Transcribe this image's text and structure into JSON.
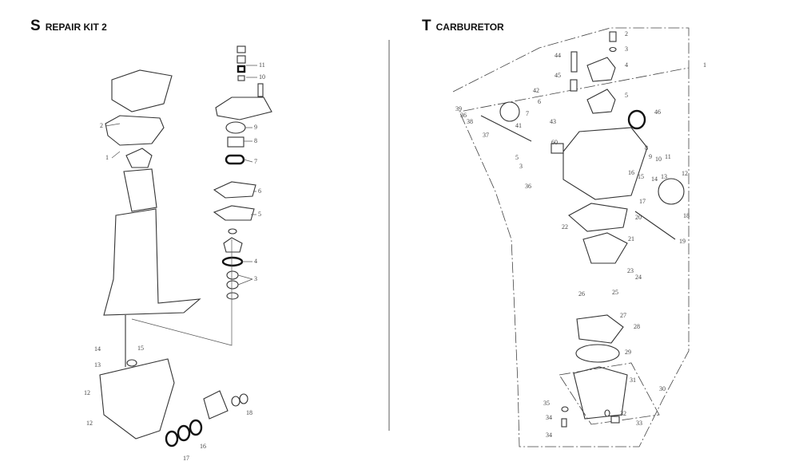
{
  "sections": [
    {
      "letter": "S",
      "name": "REPAIR KIT 2"
    },
    {
      "letter": "T",
      "name": "CARBURETOR"
    }
  ],
  "repair_kit_callouts": [
    "11",
    "10",
    "9",
    "8",
    "7",
    "6",
    "5",
    "4",
    "3",
    "2",
    "1",
    "14",
    "15",
    "13",
    "12",
    "12",
    "16",
    "17",
    "18"
  ],
  "carburetor_callouts": [
    "1",
    "2",
    "3",
    "4",
    "5",
    "46",
    "44",
    "45",
    "42",
    "6",
    "7",
    "43",
    "41",
    "60",
    "8",
    "9",
    "10",
    "11",
    "12",
    "13",
    "14",
    "15",
    "16",
    "17",
    "18",
    "19",
    "20",
    "21",
    "22",
    "23",
    "24",
    "25",
    "26",
    "27",
    "28",
    "29",
    "30",
    "31",
    "32",
    "33",
    "34",
    "35",
    "34",
    "39",
    "36",
    "38",
    "37",
    "5",
    "3",
    "36"
  ]
}
